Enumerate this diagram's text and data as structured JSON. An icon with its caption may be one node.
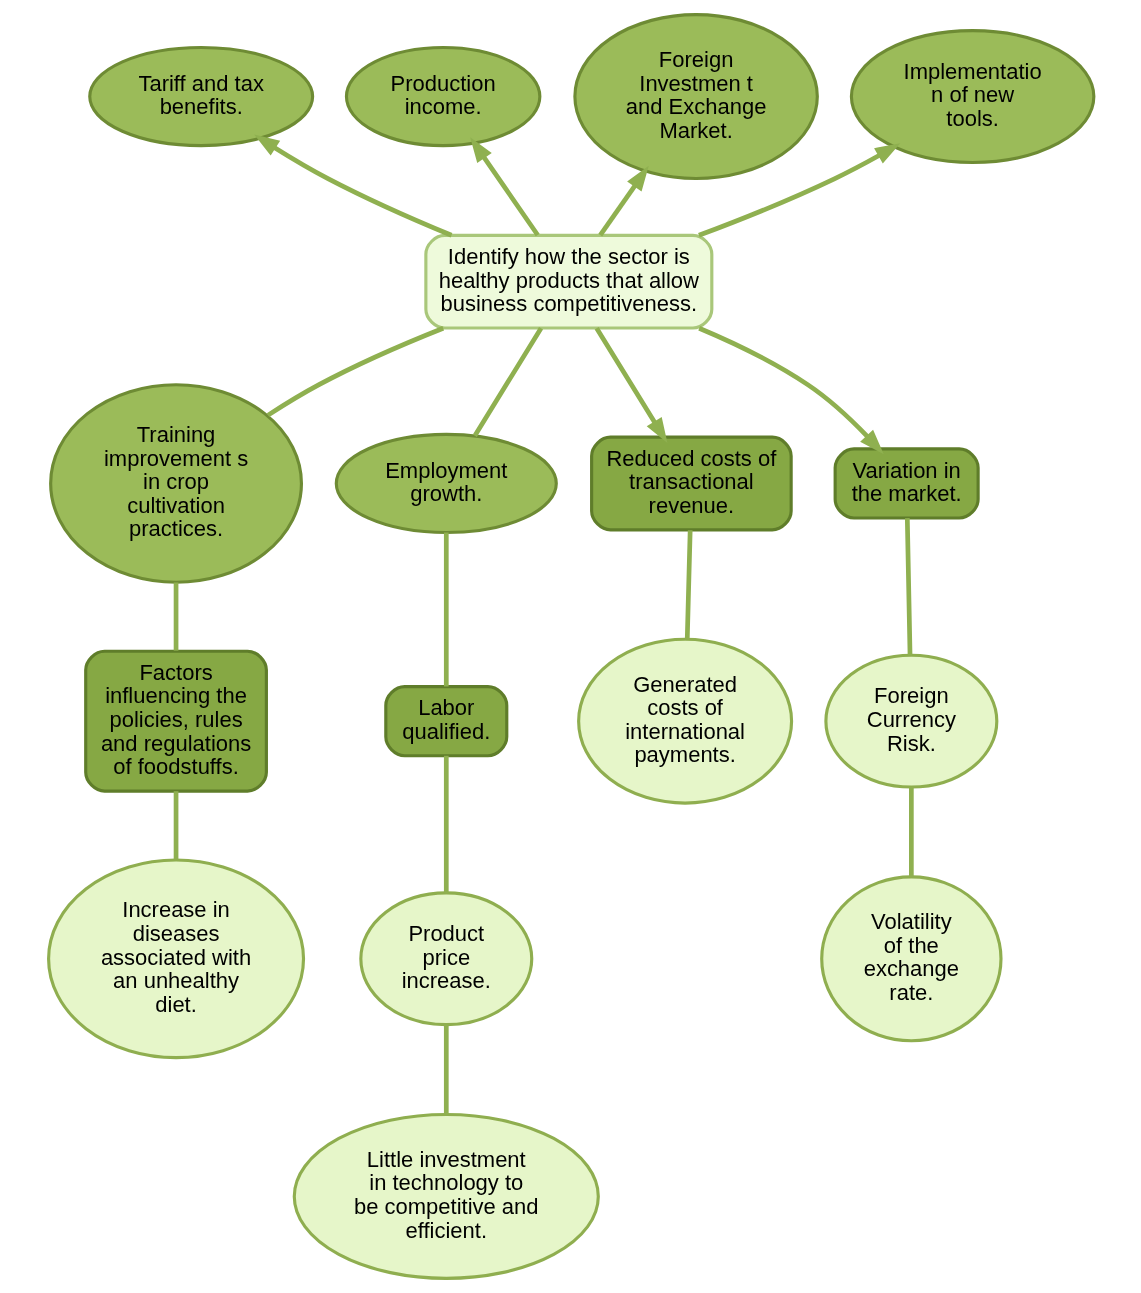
{
  "diagram": {
    "nodes": [
      {
        "text": [
          "Tariff and tax benefits."
        ]
      },
      {
        "text": [
          "Production income."
        ]
      },
      {
        "text": [
          "Foreign Investmen t and Exchange Market."
        ]
      },
      {
        "text": [
          "Implementatio n of new tools."
        ]
      },
      {
        "text": [
          "Identify how the sector is healthy products that allow business competitiveness."
        ]
      },
      {
        "text": [
          "Training improvement s in crop cultivation practices."
        ]
      },
      {
        "text": [
          "Employment growth."
        ]
      },
      {
        "text": [
          "Factors influencing the policies, rules and regulations of foodstuffs."
        ]
      },
      {
        "text": [
          "Reduced costs of transactional revenue."
        ]
      },
      {
        "text": [
          "Variation in the market."
        ]
      },
      {
        "text": [
          "Labor qualified."
        ]
      },
      {
        "text": [
          "Generated costs of international payments."
        ]
      },
      {
        "text": [
          "Foreign Currency Risk."
        ]
      },
      {
        "text": [
          "Product price increase."
        ]
      },
      {
        "text": [
          "Increase in diseases associated with an unhealthy diet."
        ]
      },
      {
        "text": [
          "Volatility of the exchange rate."
        ]
      },
      {
        "text": [
          "Little investment in technology to be competitive and efficient."
        ]
      }
    ],
    "edges": [
      {
        "from": 4,
        "to": 0,
        "arrow": "to"
      },
      {
        "from": 4,
        "to": 1,
        "arrow": "to"
      },
      {
        "from": 4,
        "to": 2,
        "arrow": "to"
      },
      {
        "from": 4,
        "to": 3,
        "arrow": "to"
      },
      {
        "from": 4,
        "to": 5,
        "arrow": "none"
      },
      {
        "from": 4,
        "to": 6,
        "arrow": "none"
      },
      {
        "from": 4,
        "to": 8,
        "arrow": "to"
      },
      {
        "from": 4,
        "to": 9,
        "arrow": "to"
      },
      {
        "from": 5,
        "to": 7,
        "arrow": "none"
      },
      {
        "from": 7,
        "to": 14,
        "arrow": "none"
      },
      {
        "from": 8,
        "to": 11,
        "arrow": "none"
      },
      {
        "from": 9,
        "to": 12,
        "arrow": "none"
      },
      {
        "from": 12,
        "to": 15,
        "arrow": "none"
      },
      {
        "from": 6,
        "to": 10,
        "arrow": "none"
      },
      {
        "from": 10,
        "to": 13,
        "arrow": "none"
      },
      {
        "from": 13,
        "to": 16,
        "arrow": "none"
      }
    ]
  }
}
